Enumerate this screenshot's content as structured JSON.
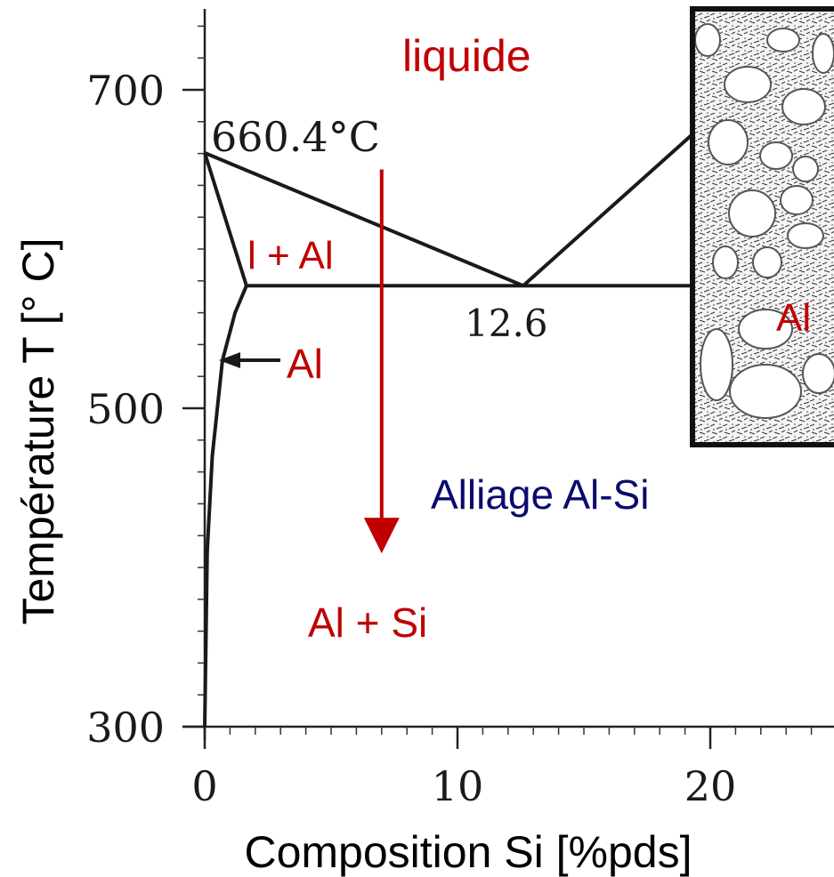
{
  "chart_data": {
    "type": "line",
    "title": "",
    "xlabel": "Composition Si [%pds]",
    "ylabel": "Température T [° C]",
    "xlim": [
      0,
      25
    ],
    "ylim": [
      300,
      760
    ],
    "x_ticks": [
      0,
      10,
      20
    ],
    "x_tick_labels": [
      "0",
      "10",
      "20"
    ],
    "y_ticks": [
      300,
      500,
      700
    ],
    "y_tick_labels": [
      "300",
      "500",
      "700"
    ],
    "grid": false,
    "series": [
      {
        "values": [
          [
            0,
            660.4
          ],
          [
            12.6,
            577
          ]
        ]
      },
      {
        "values": [
          [
            12.6,
            577
          ],
          [
            19.5,
            675
          ]
        ]
      },
      {
        "values": [
          [
            0,
            660.4
          ],
          [
            1.65,
            577
          ]
        ]
      },
      {
        "values": [
          [
            1.65,
            577
          ],
          [
            19.5,
            577
          ]
        ]
      },
      {
        "values": [
          [
            0,
            300
          ],
          [
            0.1,
            410
          ],
          [
            0.3,
            470
          ],
          [
            0.7,
            530
          ],
          [
            1.2,
            560
          ],
          [
            1.65,
            577
          ]
        ]
      }
    ],
    "annotations": {
      "melting_point": "660.4°C",
      "eutectic": "12.6",
      "liquid": "liquide",
      "liquid_plus_al": "l + Al",
      "al_phase": "Al",
      "al_plus_si": "Al + Si",
      "alloy": "Alliage Al-Si",
      "micrograph_label": "Al"
    },
    "cooling_arrow": {
      "x": 7,
      "from": 650,
      "to": 410
    },
    "colors": {
      "curves": "#1a1a1a",
      "annotation_red": "#c00000",
      "annotation_navy": "#0a0a6e",
      "axis": "#222222"
    }
  }
}
